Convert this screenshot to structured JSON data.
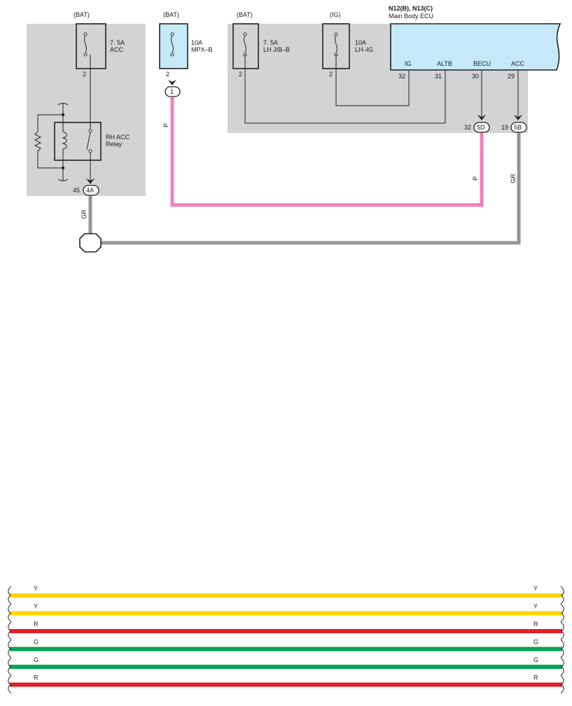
{
  "fuses": [
    {
      "id": "acc",
      "supply": "(BAT)",
      "rating": "7. 5A",
      "name": "ACC",
      "pin": "2"
    },
    {
      "id": "mpx",
      "supply": "(BAT)",
      "rating": "10A",
      "name": "MPX–B",
      "pin": "2"
    },
    {
      "id": "lhjb",
      "supply": "(BAT)",
      "rating": "7. 5A",
      "name": "LH J/B–B",
      "pin": "2"
    },
    {
      "id": "lhig",
      "supply": "(IG)",
      "rating": "10A",
      "name": "LH–IG",
      "pin": "2"
    }
  ],
  "ecu": {
    "code": "N12(B), N13(C)",
    "name": "Main Body ECU",
    "terminals": [
      {
        "label": "IG",
        "pin": "32"
      },
      {
        "label": "ALTB",
        "pin": "31"
      },
      {
        "label": "BECU",
        "pin": "30"
      },
      {
        "label": "ACC",
        "pin": "29"
      }
    ]
  },
  "relay": {
    "line1": "RH ACC",
    "line2": "Relay"
  },
  "connectors": [
    {
      "id": "c1",
      "label": "1"
    },
    {
      "id": "c4a",
      "label": "4A",
      "pin": "45"
    },
    {
      "id": "c5d",
      "label": "5D",
      "pin": "32"
    },
    {
      "id": "c5b",
      "label": "5B",
      "pin": "19"
    }
  ],
  "wire_colors": {
    "pink_wire": "P",
    "gray_wire": "GR"
  },
  "colors": {
    "pink": "#f080b8",
    "gray": "#939598",
    "area": "#d1d3d4",
    "ecu_fill": "#c5e9f7",
    "yellow": "#ffd400",
    "red": "#e41e26",
    "green": "#00a651"
  },
  "wire_legend": [
    {
      "left": "Y",
      "right": "Y",
      "color": "#ffd400"
    },
    {
      "left": "Y",
      "right": "Y",
      "color": "#ffd400"
    },
    {
      "left": "R",
      "right": "R",
      "color": "#e41e26"
    },
    {
      "left": "G",
      "right": "G",
      "color": "#00a651"
    },
    {
      "left": "G",
      "right": "G",
      "color": "#00a651"
    },
    {
      "left": "R",
      "right": "R",
      "color": "#e41e26"
    }
  ]
}
